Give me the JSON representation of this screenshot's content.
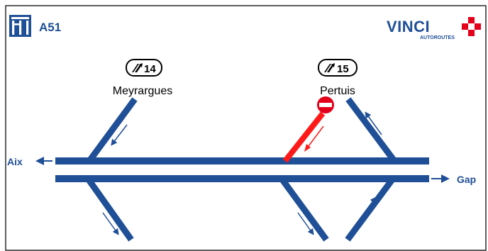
{
  "highway": {
    "name": "A51",
    "icon": "motorway-icon"
  },
  "operator": {
    "brand": "VINCI",
    "subbrand": "AUTOROUTES"
  },
  "directions": {
    "west": "Aix",
    "east": "Gap"
  },
  "exits": [
    {
      "number": "14",
      "town": "Meyrargues",
      "badge_icon": "exit-icon"
    },
    {
      "number": "15",
      "town": "Pertuis",
      "badge_icon": "exit-icon",
      "status_icon": "no-entry-icon",
      "closed_ramp": true
    }
  ],
  "colors": {
    "road": "#1f4f96",
    "brand_blue": "#1f4f96",
    "brand_red": "#e3001b",
    "closed": "#ff1a1a",
    "text": "#000000",
    "border": "#2a2a2a"
  }
}
